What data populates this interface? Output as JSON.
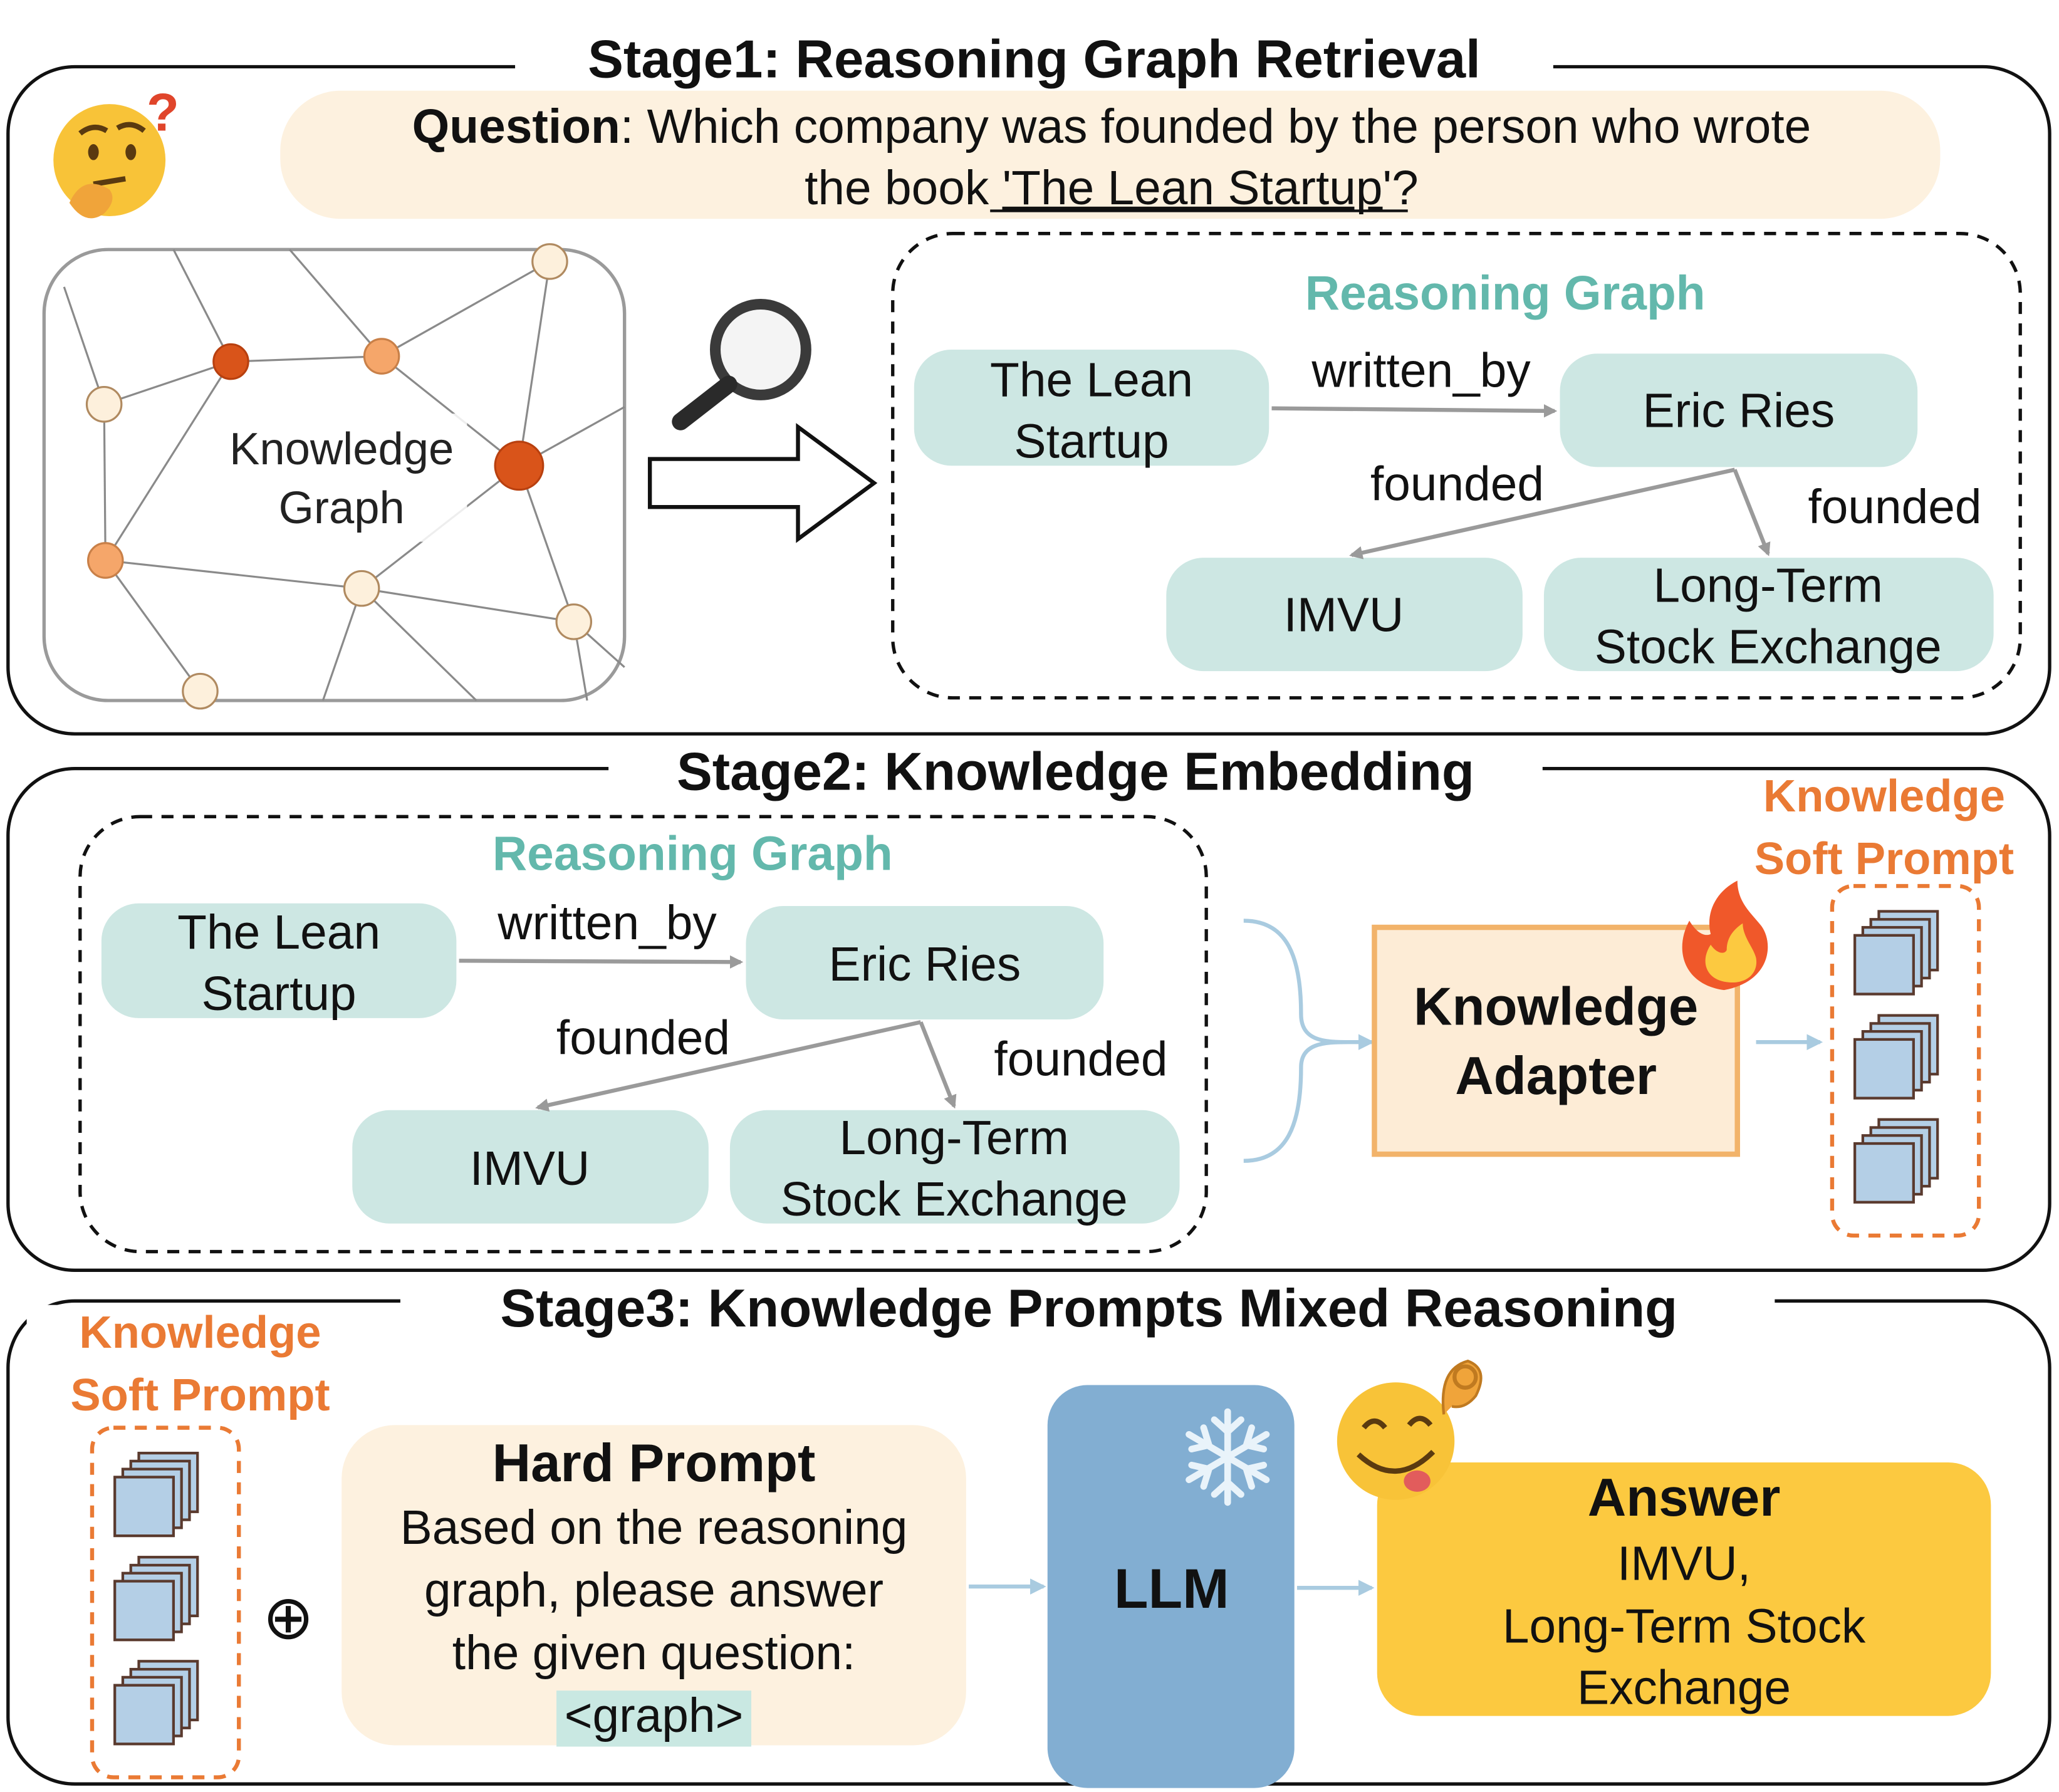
{
  "colors": {
    "teal_node": "#cde7e3",
    "teal_title": "#63b8ac",
    "orange_title": "#ea7a34",
    "cream": "#fdf1df",
    "adapter_fill": "#fdecd6",
    "adapter_border": "#f2b36a",
    "llm_blue": "#82aed2",
    "answer_yellow": "#fcc940",
    "graph_hl": "#c9e8e2",
    "stack_fill": "#b4cfe6",
    "stack_border": "#5a3a2e",
    "kg_dark": "#d9541a",
    "kg_mid": "#f5a66a",
    "kg_light": "#fdf0dc"
  },
  "stage1": {
    "title": "Stage1: Reasoning Graph Retrieval",
    "question_label": "Question",
    "question_line1": ": Which company was founded by the person who wrote",
    "question_line2_pre": "the book ",
    "question_book": "'The Lean Startup",
    "question_line2_post": "'?",
    "kg_label_1": "Knowledge",
    "kg_label_2": "Graph",
    "icons": {
      "thinking": "thinking-face-icon",
      "search": "magnifier-icon",
      "arrow": "right-arrow-icon"
    }
  },
  "reasoning_graph": {
    "title": "Reasoning Graph",
    "node_book_1": "The Lean",
    "node_book_2": "Startup",
    "node_person": "Eric Ries",
    "node_c1": "IMVU",
    "node_c2_1": "Long-Term",
    "node_c2_2": "Stock Exchange",
    "edge_written": "written_by",
    "edge_founded_1": "founded",
    "edge_founded_2": "founded"
  },
  "stage2": {
    "title": "Stage2: Knowledge Embedding",
    "adapter_1": "Knowledge",
    "adapter_2": "Adapter",
    "soft_1": "Knowledge",
    "soft_2": "Soft Prompt",
    "icons": {
      "fire": "fire-icon"
    }
  },
  "stage3": {
    "title": "Stage3: Knowledge Prompts Mixed Reasoning",
    "soft_1": "Knowledge",
    "soft_2": "Soft Prompt",
    "oplus": "⊕",
    "hard_title": "Hard Prompt",
    "hard_1": "Based on the reasoning",
    "hard_2": "graph, please answer",
    "hard_3": "the given question:",
    "hard_4": "<graph>",
    "llm": "LLM",
    "answer_title": "Answer",
    "answer_1": "IMVU,",
    "answer_2": "Long-Term Stock",
    "answer_3": "Exchange",
    "icons": {
      "snowflake": "snowflake-icon",
      "happy": "happy-face-icon"
    }
  }
}
